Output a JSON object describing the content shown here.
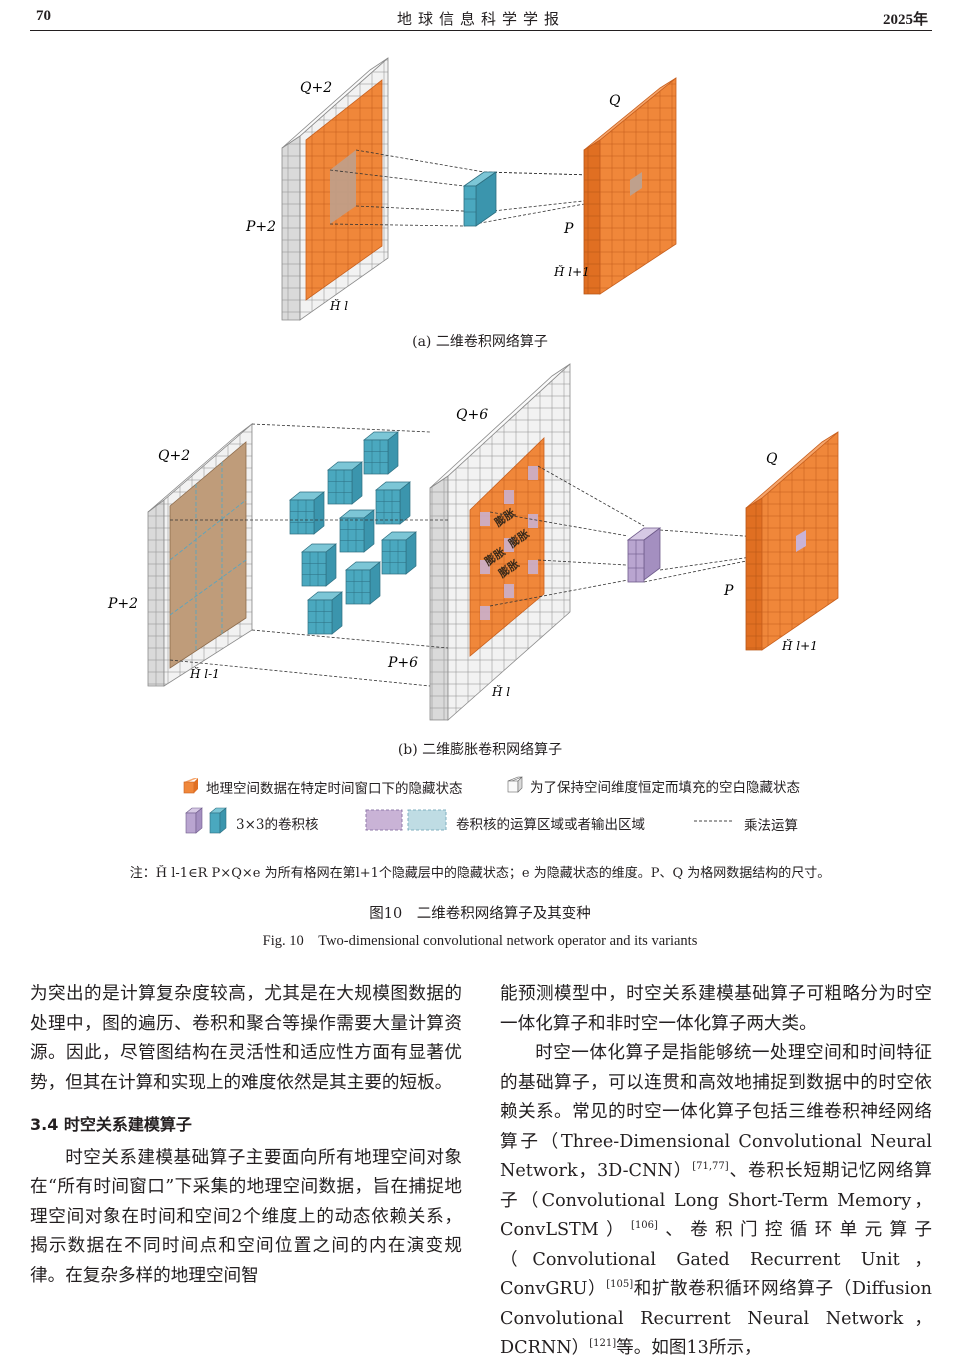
{
  "header": {
    "page_number": "70",
    "journal": "地球信息科学学报",
    "year": "2025年"
  },
  "figure": {
    "panel_a": {
      "caption": "(a) 二维卷积网络算子",
      "left_top": "Q+2",
      "left_side": "P+2",
      "left_state": "H̆ l",
      "right_top": "Q",
      "right_side": "P",
      "right_state": "H̆ l+1"
    },
    "panel_b": {
      "caption": "(b) 二维膨胀卷积网络算子",
      "left_top": "Q+2",
      "left_side": "P+2",
      "left_state": "H̆ l-1",
      "mid_top": "Q+6",
      "mid_side": "P+6",
      "mid_state": "H̆ l",
      "right_top": "Q",
      "right_side": "P",
      "right_state": "H̆ l+1",
      "dilation_labels": [
        "膨胀",
        "膨胀",
        "膨胀",
        "膨胀"
      ]
    },
    "legend": {
      "hidden_state": "地理空间数据在特定时间窗口下的隐藏状态",
      "padding_state": "为了保持空间维度恒定而填充的空白隐藏状态",
      "kernel": "3×3的卷积核",
      "region": "卷积核的运算区域或者输出区域",
      "multiply": "乘法运算"
    },
    "note": "注：H̆ l-1∈R P×Q×e 为所有格网在第l+1个隐藏层中的隐藏状态；e 为隐藏状态的维度。P、Q 为格网数据结构的尺寸。",
    "caption_cn": "图10　二维卷积网络算子及其变种",
    "caption_en": "Fig. 10　Two-dimensional convolutional network operator and its variants"
  },
  "colors": {
    "orange": "#F0873A",
    "teal": "#4AA8BF",
    "purple": "#B9A5D0",
    "grid_white": "#F2F2F2"
  },
  "body": {
    "left": {
      "p1": "为突出的是计算复杂度较高，尤其是在大规模图数据的处理中，图的遍历、卷积和聚合等操作需要大量计算资源。因此，尽管图结构在灵活性和适应性方面有显著优势，但其在计算和实现上的难度依然是其主要的短板。",
      "section": "3.4 时空关系建模算子",
      "p2": "时空关系建模基础算子主要面向所有地理空间对象在“所有时间窗口”下采集的地理空间数据，旨在捕捉地理空间对象在时间和空间2个维度上的动态依赖关系，揭示数据在不同时间点和空间位置之间的内在演变规律。在复杂多样的地理空间智"
    },
    "right": {
      "p1": "能预测模型中，时空关系建模基础算子可粗略分为时空一体化算子和非时空一体化算子两大类。",
      "p2a": "时空一体化算子是指能够统一处理空间和时间特征的基础算子，可以连贯和高效地捕捉到数据中的时空依赖关系。常见的时空一体化算子包括三维卷积神经网络算子（Three-Dimensional Convolutional Neural Network，3D-CNN）",
      "ref1": "[71,77]",
      "p2b": "、卷积长短期记忆网络算子（Convolutional Long Short-Term Memory，ConvLSTM）",
      "ref2": "[106]",
      "p2c": "、卷积门控循环单元算子（Convolutional Gated Recurrent Unit，ConvGRU）",
      "ref3": "[105]",
      "p2d": "和扩散卷积循环网络算子（Diffusion Convolutional Recurrent Neural Network，DCRNN）",
      "ref4": "[121]",
      "p2e": "等。如图13所示，"
    }
  }
}
